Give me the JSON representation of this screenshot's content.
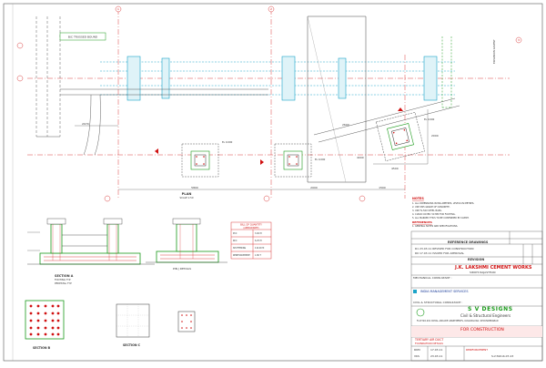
{
  "plan": {
    "bridge_label": "B/C TRUSSED BOUND",
    "right_label": "EXPANSION GOVENT",
    "dims": {
      "d_2070": "2070",
      "d_5800": "5800",
      "d_2000": "2000",
      "d_1500": "1500",
      "d_2600": "2600",
      "d_4500": "4500",
      "d_2000b": "2000",
      "d_4000": "4000"
    },
    "elevations": [
      "EL 0.000",
      "EL 0.000",
      "EL 0.000"
    ],
    "bottom_labels": [
      "PLAN",
      "SCALE 1:50"
    ],
    "grid_left": "1",
    "grid_mid": "2",
    "grid_right": "3"
  },
  "sections": {
    "section_a_label": "SECTION A",
    "section_b_label": "SECTION B",
    "section_c_label": "SECTION C",
    "detail_label": "PIN J DETAILS",
    "footing_label": "FOOTING TYP",
    "pedestal_label": "PEDESTAL TYP"
  },
  "bill_of_quantity": {
    "title": "BILL OF QUANTITY",
    "subtitle": "(APPROXIMATE)",
    "rows": [
      [
        "PCC",
        "3.00 M"
      ],
      [
        "RCC",
        "6.25 M"
      ],
      [
        "SHUTTERING",
        "110.00 M"
      ],
      [
        "REINFORCEMENT",
        "1.80 T"
      ]
    ]
  },
  "notes": {
    "title": "NOTES",
    "lines": [
      "1. ALL DIMENSIONS IN MILLIMETRES, LEVELS IN METRES.",
      "2. USE M25 GRADE OF CONCRETE.",
      "3. USE Fe 500 STEEL BARS.",
      "4. CLEAR COVER: 50 MM FOR FOOTING.",
      "5. ALL MARKED THUS TO BE CONFIRMED BY CLIENT."
    ],
    "references_title": "REFERENCES",
    "references_line": "1. GENERAL NOTES AND SPECIFICATIONS."
  },
  "title_block": {
    "ref_drawings": "REFERENCE DRAWINGS",
    "revision_header": "REVISION",
    "rev_rows": [
      "R1  23.03.11  REVISED FOR CONSTRUCTION",
      "R0  17.03.11  ISSUED FOR APPROVAL"
    ],
    "client": "J.K. LAKSHMI CEMENT WORKS",
    "client_sub": "SIROHI RAJASTHAN",
    "mech_consultant": "MECHANICAL CONSULTANT :",
    "mech_firm": "INDIA MANAGEMENT SERVICES",
    "civil_consultant": "CIVIL & STRUCTURAL CONSULTANT :",
    "sv_logo": "S V DESIGNS",
    "sv_sub": "Civil & Structural Engineers",
    "sv_address": "FLAT NO.201 ROYAL ARCADE APARTMENTS, KAVADIGUDA, SECUNDERABAD",
    "status": "FOR CONSTRUCTION",
    "project": "TERTIARY AIR DUCT",
    "title_line1": "FOUNDATION DETAILS",
    "title_line2": "REINFORCEMENT",
    "drawn": "RKM",
    "checked": "VKS",
    "date1": "17.03.11",
    "date2": "23.03.11",
    "dwg_no": "S-V-TAD-R-07-23"
  }
}
